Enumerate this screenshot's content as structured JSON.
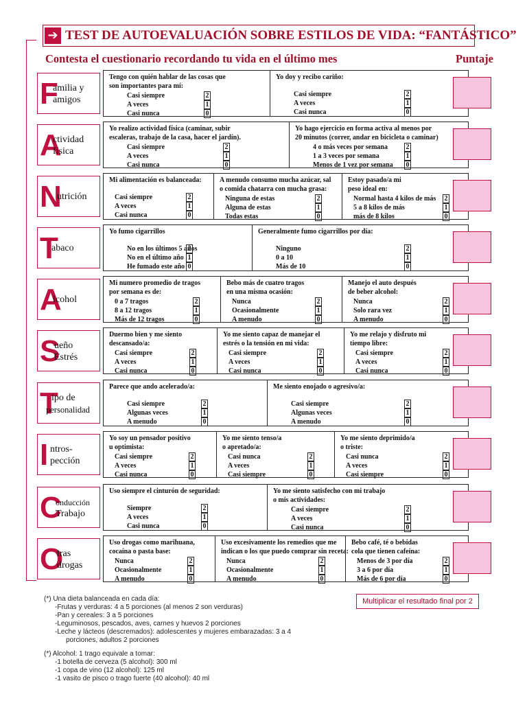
{
  "header": {
    "arrow": "➔",
    "title": "TEST DE AUTOEVALUACIÓN SOBRE ESTILOS DE VIDA: “FANTÁSTICO”",
    "instructions": "Contesta el cuestionario recordando tu vida en el último mes",
    "score_heading": "Puntaje"
  },
  "sections": [
    {
      "letter": "F",
      "rest": [
        "amilia y",
        "amigos"
      ],
      "q": [
        {
          "text": [
            "Tengo con  quién  hablar de  las  cosas  que",
            "son importantes para mí:"
          ],
          "opts": [
            "Casi siempre",
            "A veces",
            "Casi nunca"
          ],
          "scores": [
            "2",
            "1",
            "0"
          ]
        },
        {
          "text": [
            "Yo doy y recibo cariño:"
          ],
          "opts": [
            "Casi siempre",
            "A veces",
            "Casi nunca"
          ],
          "scores": [
            "2",
            "1",
            "0"
          ]
        }
      ]
    },
    {
      "letter": "A",
      "rest": [
        "ctividad",
        "física"
      ],
      "q": [
        {
          "text": [
            "Yo realizo actividad física (caminar, subir",
            "escaleras, trabajo de la casa, hacer el jardín)."
          ],
          "opts": [
            "Casi siempre",
            "A veces",
            "Casi nunca"
          ],
          "scores": [
            "2",
            "1",
            "0"
          ]
        },
        {
          "text": [
            "Yo hago ejercicio en forma activa al menos por",
            "20 minutos (correr, andar en bicicleta o caminar)"
          ],
          "opts": [
            "4 o más veces por semana",
            "1 a 3 veces por semana",
            "Menos de 1 vez por semana"
          ],
          "scores": [
            "2",
            "1",
            "0"
          ]
        }
      ]
    },
    {
      "letter": "N",
      "rest": [
        "utrición"
      ],
      "q": [
        {
          "text": [
            "Mi alimentación es balanceada:"
          ],
          "opts": [
            "Casi siempre",
            "A veces",
            "Casi nunca"
          ],
          "scores": [
            "2",
            "1",
            "0"
          ]
        },
        {
          "text": [
            "A menudo consumo mucha azúcar, sal",
            "o comida chatarra con mucha grasa:"
          ],
          "opts": [
            "Ninguna de estas",
            "Alguna de estas",
            "Todas estas"
          ],
          "scores": [
            "2",
            "1",
            "0"
          ]
        },
        {
          "text": [
            "Estoy pasado/a mi",
            "peso ideal en:"
          ],
          "opts": [
            "Normal hasta 4 kilos de más",
            "5 a 8 kilos de más",
            "más de 8 kilos"
          ],
          "scores": [
            "2",
            "1",
            "0"
          ]
        }
      ]
    },
    {
      "letter": "T",
      "rest": [
        "abaco"
      ],
      "q": [
        {
          "text": [
            "Yo fumo cigarrillos"
          ],
          "opts": [
            "No en los últimos 5 años",
            "No en el último año",
            "He fumado este año"
          ],
          "scores": [
            "2",
            "1",
            "0"
          ]
        },
        {
          "text": [
            "Generalmente fumo        cigarrillos por día:"
          ],
          "opts": [
            "Ninguno",
            "0 a 10",
            "Más de 10"
          ],
          "scores": [
            "2",
            "1",
            "0"
          ]
        }
      ]
    },
    {
      "letter": "A",
      "rest": [
        "lcohol"
      ],
      "q": [
        {
          "text": [
            "Mi numero promedio de tragos",
            "por semana es de:"
          ],
          "opts": [
            "0 a 7 tragos",
            "8 a 12 tragos",
            "Más de 12 tragos"
          ],
          "scores": [
            "2",
            "1",
            "0"
          ]
        },
        {
          "text": [
            "Bebo más de cuatro tragos",
            "en una misma ocasión:"
          ],
          "opts": [
            "Nunca",
            "Ocasionalmente",
            "A menudo"
          ],
          "scores": [
            "2",
            "1",
            "0"
          ]
        },
        {
          "text": [
            "Manejo el auto después",
            "de beber alcohol:"
          ],
          "opts": [
            "Nunca",
            "Solo rara vez",
            "A menudo"
          ],
          "scores": [
            "2",
            "1",
            "0"
          ]
        }
      ]
    },
    {
      "letter": "S",
      "rest": [
        "ueño",
        "Estrés"
      ],
      "q": [
        {
          "text": [
            "Duermo bien y me siento",
            "descansado/a:"
          ],
          "opts": [
            "Casi siempre",
            "A veces",
            "Casi nunca"
          ],
          "scores": [
            "2",
            "1",
            "0"
          ]
        },
        {
          "text": [
            "Yo me siento capaz de manejar el",
            "estrés o la tensión en mi vida:"
          ],
          "opts": [
            "Casi siempre",
            "A veces",
            "Casi nunca"
          ],
          "scores": [
            "2",
            "1",
            "0"
          ]
        },
        {
          "text": [
            "Yo me relajo y disfruto mi",
            "tiempo libre:"
          ],
          "opts": [
            "Casi siempre",
            "A veces",
            "Casi nunca"
          ],
          "scores": [
            "2",
            "1",
            "0"
          ]
        }
      ]
    },
    {
      "letter": "T",
      "rest": [
        "ipo de",
        "personalidad"
      ],
      "q": [
        {
          "text": [
            "Parece que ando acelerado/a:"
          ],
          "opts": [
            "Casi siempre",
            "Algunas veces",
            "A menudo"
          ],
          "scores": [
            "2",
            "1",
            "0"
          ]
        },
        {
          "text": [
            "Me siento enojado o agresivo/a:"
          ],
          "opts": [
            "Casi siempre",
            "Algunas veces",
            "A menudo"
          ],
          "scores": [
            "2",
            "1",
            "0"
          ]
        }
      ]
    },
    {
      "letter": "I",
      "rest": [
        "ntros-",
        "pección"
      ],
      "q": [
        {
          "text": [
            "Yo soy un pensador positivo",
            "u optimista:"
          ],
          "opts": [
            "Casi siempre",
            "A veces",
            "Casi nunca"
          ],
          "scores": [
            "2",
            "1",
            "0"
          ]
        },
        {
          "text": [
            "Yo me siento tenso/a",
            "o apretado/a:"
          ],
          "opts": [
            "Casi nunca",
            "A veces",
            "Casi siempre"
          ],
          "scores": [
            "2",
            "1",
            "0"
          ]
        },
        {
          "text": [
            "Yo me siento deprimido/a",
            "o triste:"
          ],
          "opts": [
            "Casi nunca",
            "A veces",
            "Casi siempre"
          ],
          "scores": [
            "2",
            "1",
            "0"
          ]
        }
      ]
    },
    {
      "letter": "C",
      "rest": [
        "onducción",
        "Trabajo"
      ],
      "q": [
        {
          "text": [
            "Uso siempre el cinturón de seguridad:"
          ],
          "opts": [
            "Siempre",
            "A veces",
            "Casi nunca"
          ],
          "scores": [
            "2",
            "1",
            "0"
          ]
        },
        {
          "text": [
            "Yo me siento satisfecho con mi trabajo",
            "o mis actividades:"
          ],
          "opts": [
            "Casi siempre",
            "A veces",
            "Casi nunca"
          ],
          "scores": [
            "2",
            "1",
            "0"
          ]
        }
      ]
    },
    {
      "letter": "O",
      "rest": [
        "tras",
        "drogas"
      ],
      "q": [
        {
          "text": [
            "Uso drogas como marihuana,",
            "cocaína o pasta base:"
          ],
          "opts": [
            "Nunca",
            "Ocasionalmente",
            "A menudo"
          ],
          "scores": [
            "2",
            "1",
            "0"
          ]
        },
        {
          "text": [
            "Uso excesivamente los remedios que me",
            "indican o los que puedo comprar sin receta:"
          ],
          "opts": [
            "Nunca",
            "Ocasionalmente",
            "A menudo"
          ],
          "scores": [
            "2",
            "1",
            "0"
          ]
        },
        {
          "text": [
            "Bebo café, té o bebidas",
            "cola que tienen cafeína:"
          ],
          "opts": [
            "Menos de 3 por día",
            "3 a 6 por día",
            "Más de 6 por día"
          ],
          "scores": [
            "2",
            "1",
            "0"
          ]
        }
      ]
    }
  ],
  "multiply_note": "Multiplicar el resultado final por 2",
  "footnotes": [
    "(*) Una dieta balanceada en cada día:",
    "-Frutas y verduras: 4 a 5 porciones (al menos 2 son verduras)",
    "-Pan y cereales: 3 a 5 porciones",
    "-Leguminosos, pescados, aves, carnes y huevos 2 porciones",
    "-Leche y lácteos (descremados): adolescentes y mujeres embarazadas: 3 a 4",
    "porciones, adultos 2 porciones",
    "(*) Alcohol: 1 trago equivale a tomar:",
    "-1 botella de cerveza (5 alcohol): 300 ml",
    "-1 copa de vino (12 alcohol): 125 ml",
    "-1 vasito de pisco o trago fuerte (40 alcohol): 40 ml"
  ],
  "colors": {
    "accent": "#c01040",
    "title": "#a0102a",
    "score_fill": "#f7c6de"
  }
}
